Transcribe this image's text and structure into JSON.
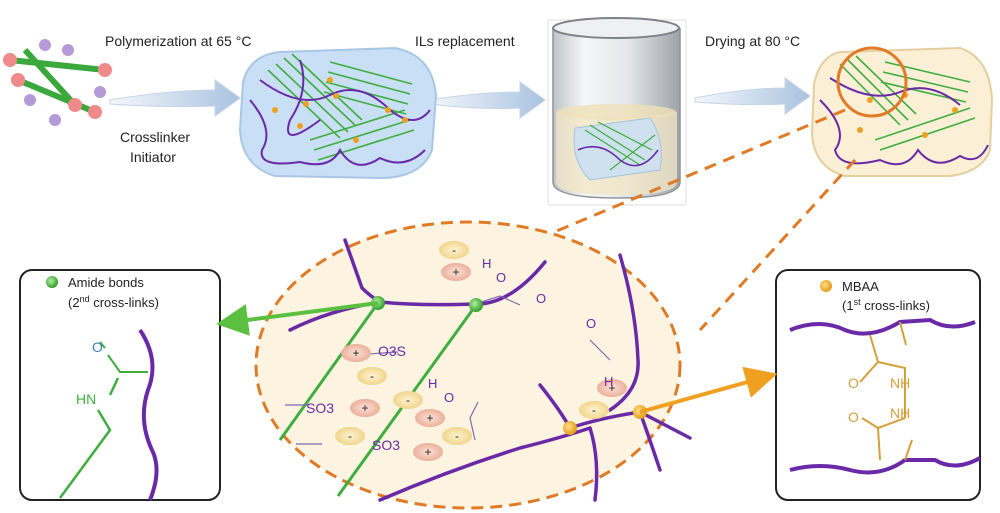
{
  "steps": {
    "polymerization": "Polymerization at 65 °C",
    "crosslinker": "Crosslinker",
    "initiator": "Initiator",
    "ils_replacement": "ILs replacement",
    "drying": "Drying at 80 °C"
  },
  "legend_left": {
    "title": "Amide bonds",
    "sub_open": "(2",
    "sub_sup": "nd",
    "sub_close": " cross-links)",
    "atom_o": "O",
    "atom_hn": "HN"
  },
  "legend_right": {
    "title": "MBAA",
    "sub_open": "(1",
    "sub_sup": "st",
    "sub_close": " cross-links)",
    "atom_o": "O",
    "atom_nh": "NH"
  },
  "groups": {
    "so3_upper": "O3S",
    "so3_mid": "SO3",
    "so3_low": "SO3",
    "acid_o": "O",
    "acid_oh": "O",
    "acid_h": "H",
    "plus": "+",
    "minus": "-"
  },
  "colors": {
    "chain": "#6a2aa8",
    "green": "#2e9e2e",
    "orange": "#e07a24",
    "gold": "#c8982e",
    "gel_blue": "#c9dff5",
    "gel_cream": "#fbf0d6"
  }
}
